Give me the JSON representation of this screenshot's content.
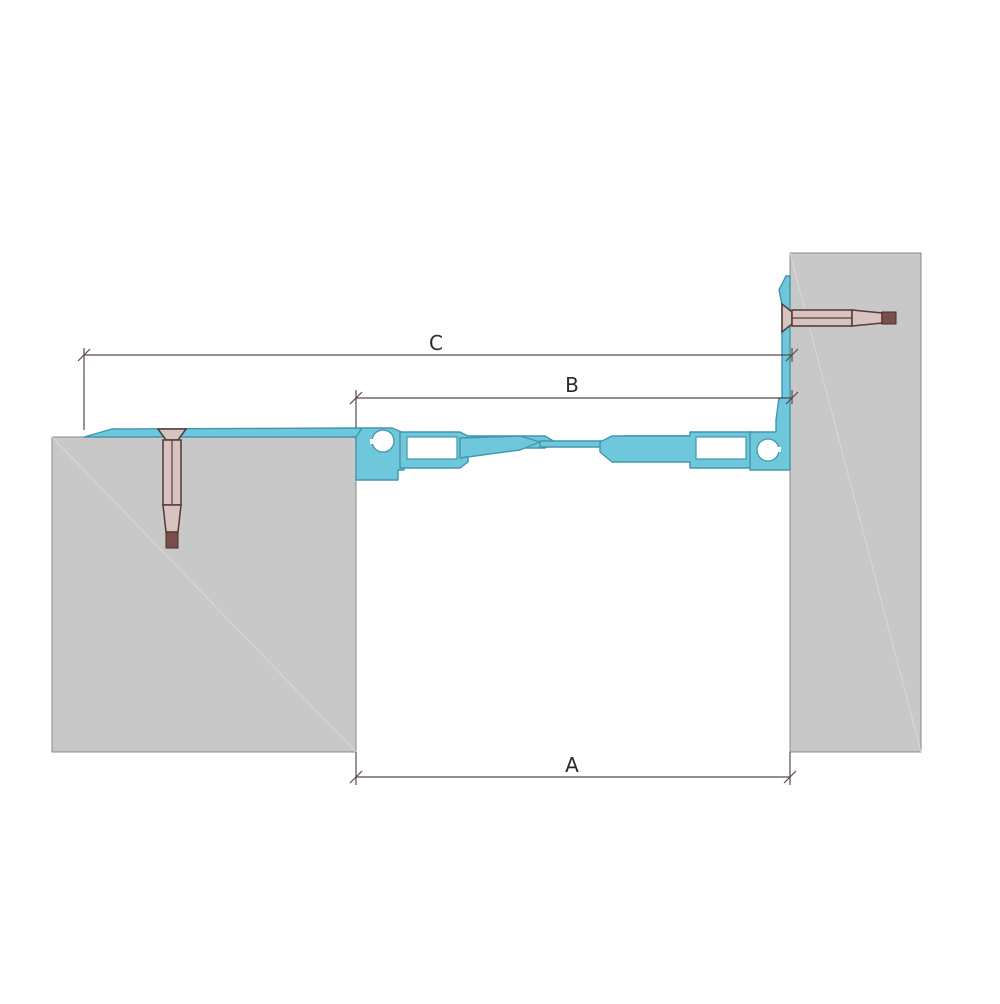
{
  "diagram": {
    "dimensions": [
      {
        "id": "A",
        "label": "A"
      },
      {
        "id": "B",
        "label": "B"
      },
      {
        "id": "C",
        "label": "C"
      }
    ],
    "colors": {
      "concrete": "#c8c8c8",
      "profile": "#6fc7dc",
      "profile_outline": "#3f97ad",
      "anchor": "#d7c3c0",
      "dimension_line": "#5a4a4a"
    },
    "icons": [
      "floor-anchor-icon",
      "wall-anchor-icon"
    ]
  }
}
